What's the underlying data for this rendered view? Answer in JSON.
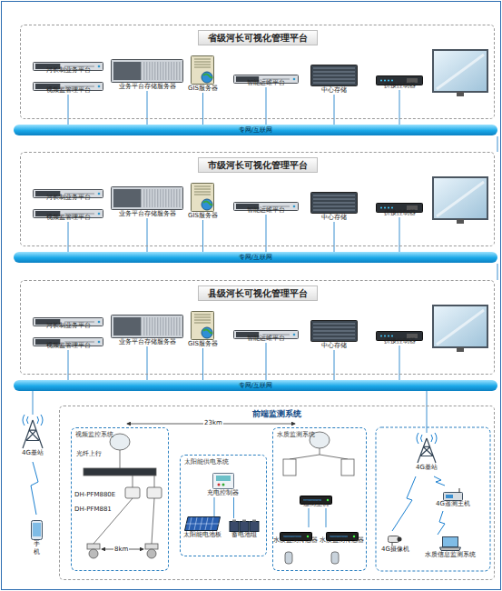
{
  "diagram": {
    "nodes": [
      {
        "text": [
          "省级河长可视化管理平台"
        ]
      },
      {
        "text": [
          "河长制业务平台"
        ],
        "in": 0
      },
      {
        "text": [
          "视频监管理平台"
        ],
        "in": 0
      },
      {
        "text": [
          "业务平台存储服务器"
        ],
        "in": 0
      },
      {
        "text": [
          "GIS服务器"
        ],
        "in": 0
      },
      {
        "text": [
          "智能运维平台"
        ],
        "in": 0
      },
      {
        "text": [
          "中心存储"
        ],
        "in": 0
      },
      {
        "text": [
          "拼接控制器"
        ],
        "in": 0
      },
      {
        "text": [
          "专网/互联网"
        ]
      },
      {
        "text": [
          "市级河长可视化管理平台"
        ]
      },
      {
        "text": [
          "河长制业务平台"
        ],
        "in": 9
      },
      {
        "text": [
          "视频监管理平台"
        ],
        "in": 9
      },
      {
        "text": [
          "业务平台存储服务器"
        ],
        "in": 9
      },
      {
        "text": [
          "GIS服务器"
        ],
        "in": 9
      },
      {
        "text": [
          "智能运维平台"
        ],
        "in": 9
      },
      {
        "text": [
          "中心存储"
        ],
        "in": 9
      },
      {
        "text": [
          "拼接控制器"
        ],
        "in": 9
      },
      {
        "text": [
          "专网/互联网"
        ]
      },
      {
        "text": [
          "县级河长可视化管理平台"
        ]
      },
      {
        "text": [
          "河长制业务平台"
        ],
        "in": 18
      },
      {
        "text": [
          "视频监管理平台"
        ],
        "in": 18
      },
      {
        "text": [
          "业务平台存储服务器"
        ],
        "in": 18
      },
      {
        "text": [
          "GIS服务器"
        ],
        "in": 18
      },
      {
        "text": [
          "智能运维平台"
        ],
        "in": 18
      },
      {
        "text": [
          "中心存储"
        ],
        "in": 18
      },
      {
        "text": [
          "拼接控制器"
        ],
        "in": 18
      },
      {
        "text": [
          "专网/互联网"
        ]
      },
      {
        "text": [
          "4G基站"
        ]
      },
      {
        "text": [
          "手机"
        ]
      },
      {
        "text": [
          "前端监测系统"
        ]
      },
      {
        "text": [
          "视频监控系统"
        ],
        "in": 29
      },
      {
        "text": [
          "太阳能供电系统"
        ],
        "in": 29
      },
      {
        "text": [
          "充电控制器"
        ],
        "in": 31
      },
      {
        "text": [
          "太阳能电池板"
        ],
        "in": 31
      },
      {
        "text": [
          "蓄电池组"
        ],
        "in": 31
      },
      {
        "text": [
          "水质监测系统"
        ],
        "in": 29
      },
      {
        "text": [
          "遥测主机"
        ],
        "in": 35
      },
      {
        "text": [
          "水质监测传感器"
        ],
        "in": 35
      },
      {
        "text": [
          "水质监测传感器"
        ],
        "in": 35
      },
      {
        "text": [
          "4G基站"
        ],
        "in": 29
      },
      {
        "text": [
          "4G遥测主机"
        ],
        "in": 29
      },
      {
        "text": [
          "4G摄像机"
        ],
        "in": 29
      },
      {
        "text": [
          "水质信息监测系统"
        ],
        "in": 29
      }
    ],
    "edges": [
      {
        "from": 2,
        "to": 8,
        "arrow": "none"
      },
      {
        "from": 3,
        "to": 8,
        "arrow": "none"
      },
      {
        "from": 4,
        "to": 8,
        "arrow": "none"
      },
      {
        "from": 5,
        "to": 8,
        "arrow": "none"
      },
      {
        "from": 6,
        "to": 8,
        "arrow": "none"
      },
      {
        "from": 7,
        "to": 8,
        "arrow": "none"
      },
      {
        "from": 11,
        "to": 17,
        "arrow": "none"
      },
      {
        "from": 12,
        "to": 17,
        "arrow": "none"
      },
      {
        "from": 13,
        "to": 17,
        "arrow": "none"
      },
      {
        "from": 14,
        "to": 17,
        "arrow": "none"
      },
      {
        "from": 15,
        "to": 17,
        "arrow": "none"
      },
      {
        "from": 16,
        "to": 17,
        "arrow": "none"
      },
      {
        "from": 20,
        "to": 26,
        "arrow": "none"
      },
      {
        "from": 21,
        "to": 26,
        "arrow": "none"
      },
      {
        "from": 22,
        "to": 26,
        "arrow": "none"
      },
      {
        "from": 23,
        "to": 26,
        "arrow": "none"
      },
      {
        "from": 24,
        "to": 26,
        "arrow": "none"
      },
      {
        "from": 25,
        "to": 26,
        "arrow": "none"
      },
      {
        "from": 27,
        "to": 26,
        "arrow": "none"
      },
      {
        "from": 39,
        "to": 26,
        "arrow": "none"
      },
      {
        "from": 32,
        "to": 33,
        "arrow": "none"
      },
      {
        "from": 32,
        "to": 34,
        "arrow": "none"
      },
      {
        "from": 36,
        "to": 37,
        "arrow": "none"
      },
      {
        "from": 36,
        "to": 38,
        "arrow": "none"
      }
    ],
    "labels": [
      "光纤上行",
      "DH-PFM880E",
      "DH-PFM881",
      "8km",
      "23km"
    ]
  }
}
